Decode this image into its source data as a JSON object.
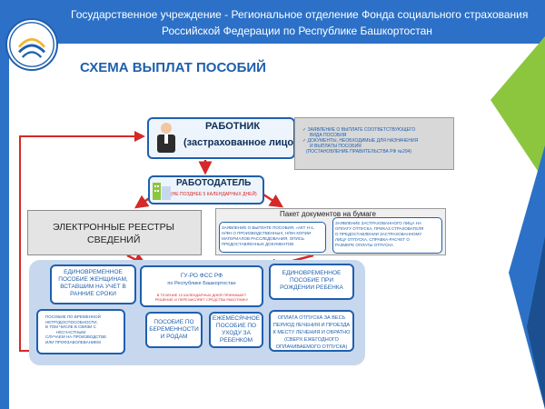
{
  "header": {
    "line1": "Государственное учреждение - Региональное отделение Фонда социального страхования",
    "line2": "Российской Федерации по Республике Башкортостан"
  },
  "title": "СХЕМА ВЫПЛАТ ПОСОБИЙ",
  "worker": {
    "title": "РАБОТНИК",
    "subtitle": "(застрахованное лицо)",
    "docs": [
      "✓  ЗАЯВЛЕНИЕ О ВЫПЛАТЕ СООТВЕТСТВУЮЩЕГО",
      "ВИДА ПОСОБИЯ",
      "✓  ДОКУМЕНТЫ, НЕОБХОДИМЫЕ ДЛЯ НАЗНАЧЕНИЯ",
      "И ВЫПЛАТЫ ПОСОБИЯ",
      "(ПОСТАНОВЛЕНИЕ ПРАВИТЕЛЬСТВА РФ №294)"
    ]
  },
  "employer": {
    "title": "РАБОТОДАТЕЛЬ",
    "subtitle": "(НЕ ПОЗДНЕЕ 5 КАЛЕНДАРНЫХ ДНЕЙ)"
  },
  "electronic": {
    "line1": "ЭЛЕКТРОННЫЕ РЕЕСТРЫ",
    "line2": "СВЕДЕНИЙ"
  },
  "paper": {
    "title": "Пакет документов на бумаге",
    "left": [
      "ЗАЯВЛЕНИЕ О ВЫПЛАТЕ ПОСОБИЯ, «АКТ Н-1,",
      "Н/ФН О ПРОИЗВОДСТВЕННЫХ, Н/ФН КОПИИ",
      "МАТЕРИАЛОВ РАССЛЕДОВАНИЯ, ОПИСЬ",
      "ПРЕДОСТАВЛЕННЫХ ДОКУМЕНТОВ"
    ],
    "right": [
      "ЗАЯВЛЕНИЕ ЗАСТРАХОВАННОГО ЛИЦА НА",
      "ОПЛАТУ ОТПУСКА, ПРИКАЗ СТРАХОВАТЕЛЯ",
      "О ПРЕДОСТАВЛЕНИИ ЗАСТРАХОВАННОМУ",
      "ЛИЦУ ОТПУСКА, СПРАВКА-РАСЧЕТ О",
      "РАЗМЕРЕ ОПЛАТЫ ОТПУСКА"
    ]
  },
  "nodes": {
    "early": [
      "ЕДИНОВРЕМЕННОЕ",
      "ПОСОБИЕ ЖЕНЩИНАМ,",
      "ВСТАВШИМ НА УЧЕТ В",
      "РАННИЕ СРОКИ"
    ],
    "center_title": [
      "ГУ-РО ФСС РФ",
      "по Республике Башкортостан"
    ],
    "center_red": [
      "В ТЕЧЕНИЕ 10 КАЛЕНДАРНЫХ ДНЕЙ ПРИНИМАЕТ",
      "РЕШЕНИЕ И ПЕРЕЧИСЛЯЕТ СРЕДСТВА РАБОТНИКУ"
    ],
    "birth": [
      "ЕДИНОВРЕМЕННОЕ",
      "ПОСОБИЕ ПРИ",
      "РОЖДЕНИИ РЕБЕНКА"
    ],
    "temp": [
      "ПОСОБИЕ ПО ВРЕМЕННОЙ",
      "НЕТРУДОСПОСОБНОСТИ,",
      "В ТОМ ЧИСЛЕ В СВЯЗИ С",
      "НЕСЧАСТНЫМ",
      "СЛУЧАЕМ НА ПРОИЗВОДСТВЕ",
      "ИЛИ ПРОФЗАБОЛЕВАНИЕМ"
    ],
    "pregnancy": [
      "ПОСОБИЕ ПО",
      "БЕРЕМЕННОСТИ",
      "И РОДАМ"
    ],
    "monthly": [
      "ЕЖЕМЕСЯЧНОЕ",
      "ПОСОБИЕ ПО",
      "УХОДУ ЗА",
      "РЕБЕНКОМ"
    ],
    "vacation": [
      "ОПЛАТА ОТПУСКА ЗА ВЕСЬ",
      "ПЕРИОД ЛЕЧЕНИЯ И ПРОЕЗДА",
      "К МЕСТУ ЛЕЧЕНИЯ И ОБРАТНО",
      "(СВЕРХ ЕЖЕГОДНОГО",
      "ОПЛАЧИВАЕМОГО ОТПУСКА)"
    ]
  },
  "colors": {
    "brand_blue": "#2c71c7",
    "dark_blue": "#1f5fae",
    "arrow_red": "#d62828",
    "deco_green": "#8cc63f",
    "outer_box": "#c7d8ee"
  }
}
